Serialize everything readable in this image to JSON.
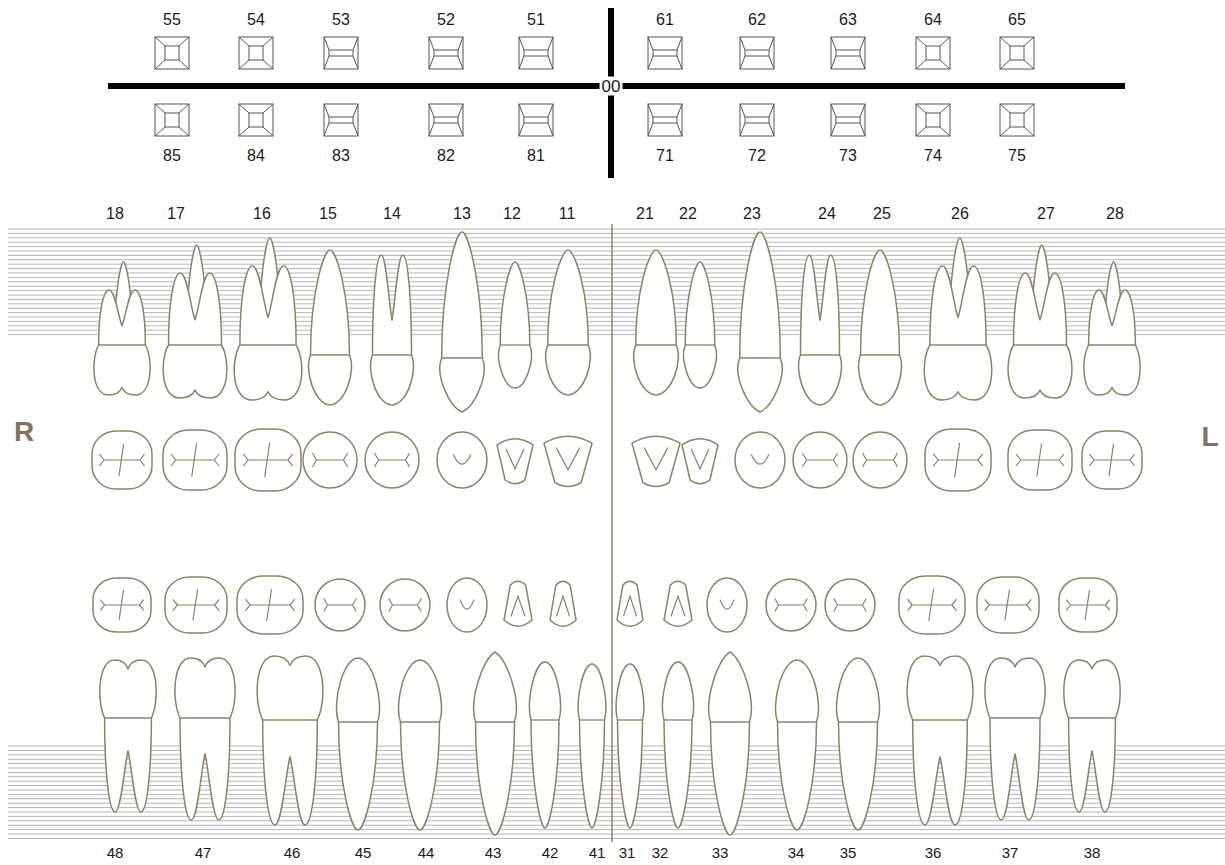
{
  "diagram": {
    "labels": [
      "55",
      "54",
      "53",
      "52",
      "51",
      "61",
      "62",
      "63",
      "64",
      "65",
      "00",
      "85",
      "84",
      "83",
      "82",
      "81",
      "71",
      "72",
      "73",
      "74",
      "75",
      "18",
      "17",
      "16",
      "15",
      "14",
      "13",
      "12",
      "11",
      "21",
      "22",
      "23",
      "24",
      "25",
      "26",
      "27",
      "28",
      "R",
      "L",
      "48",
      "47",
      "46",
      "45",
      "44",
      "43",
      "42",
      "41",
      "31",
      "32",
      "33",
      "34",
      "35",
      "36",
      "37",
      "38"
    ]
  }
}
